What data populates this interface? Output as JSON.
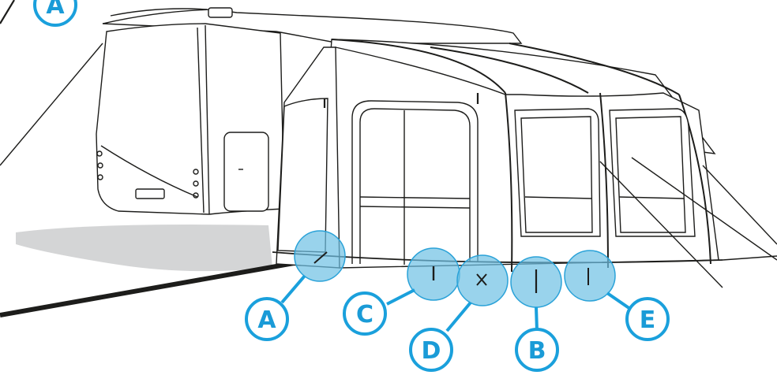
{
  "colors": {
    "line": "#1d1d1b",
    "panel_fill": "#f7f8f9",
    "shadow": "#cfd0d1",
    "highlight_fill": "#6ec1e4",
    "highlight_stroke": "#2aa2d8",
    "label_stroke": "#1aa0dc",
    "label_text": "#1a9bd7",
    "label_fill": "#ffffff"
  },
  "labels": {
    "top_a": "A",
    "a": "A",
    "b": "B",
    "c": "C",
    "d": "D",
    "e": "E"
  }
}
